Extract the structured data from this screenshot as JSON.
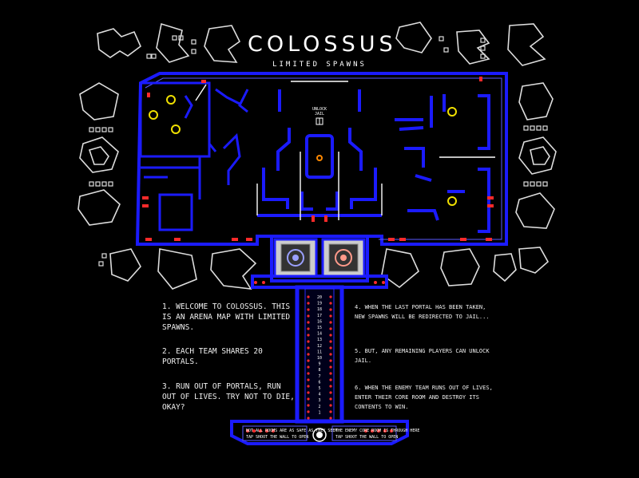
{
  "header": {
    "title": "COLOSSUS",
    "subtitle": "LIMITED SPAWNS"
  },
  "map": {
    "unlock_label_line1": "UNLOCK",
    "unlock_label_line2": "JAIL",
    "counter_numbers": [
      "20",
      "19",
      "18",
      "17",
      "16",
      "15",
      "14",
      "13",
      "12",
      "11",
      "10",
      "9",
      "8",
      "7",
      "6",
      "5",
      "4",
      "3",
      "2",
      "1"
    ],
    "footer_left_1": "NOT ALL ROOMS ARE AS SAFE AS THEY SEEM",
    "footer_left_2": "TAP SHOOT THE WALL TO OPEN",
    "footer_right_1": "THE ENEMY CORE ROOM IS THROUGH HERE",
    "footer_right_2": "TAP SHOOT THE WALL TO OPEN"
  },
  "rules_left": [
    "1. WELCOME TO COLOSSUS. THIS IS AN ARENA MAP WITH LIMITED SPAWNS.",
    "2. EACH TEAM SHARES 20 PORTALS.",
    "3. RUN OUT OF PORTALS, RUN OUT OF LIVES. TRY NOT TO DIE, OKAY?"
  ],
  "rules_right": [
    "4. WHEN THE LAST PORTAL HAS BEEN TAKEN, NEW SPAWNS WILL BE REDIRECTED TO JAIL...",
    "5. BUT, ANY REMAINING PLAYERS CAN UNLOCK JAIL.",
    "6. WHEN THE ENEMY TEAM RUNS OUT OF LIVES, ENTER THEIR CORE ROOM AND DESTROY ITS CONTENTS TO WIN."
  ],
  "colors": {
    "background": "#000000",
    "wall": "#1b1bff",
    "wall_light": "#5a5aff",
    "spawn": "#ff2a2a",
    "ring": "#f0e000",
    "outline": "#ffffff"
  },
  "icons": [
    "asteroid-outline-icon",
    "spawn-portal-icon",
    "core-target-icon",
    "jail-gate-icon"
  ]
}
